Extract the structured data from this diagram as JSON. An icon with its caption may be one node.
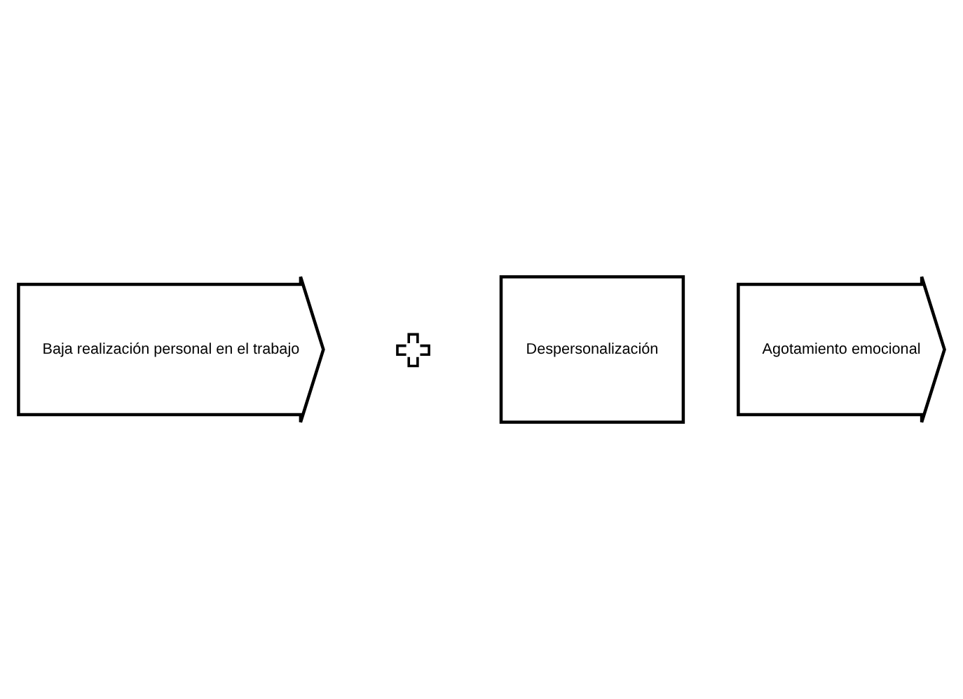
{
  "diagram": {
    "nodes": [
      {
        "text": [
          "Baja realización personal en el trabajo"
        ]
      },
      {
        "text": [],
        "shape": "plus"
      },
      {
        "text": [
          "Despersonalización"
        ]
      },
      {
        "text": [
          "Agotamiento emocional"
        ]
      }
    ]
  }
}
